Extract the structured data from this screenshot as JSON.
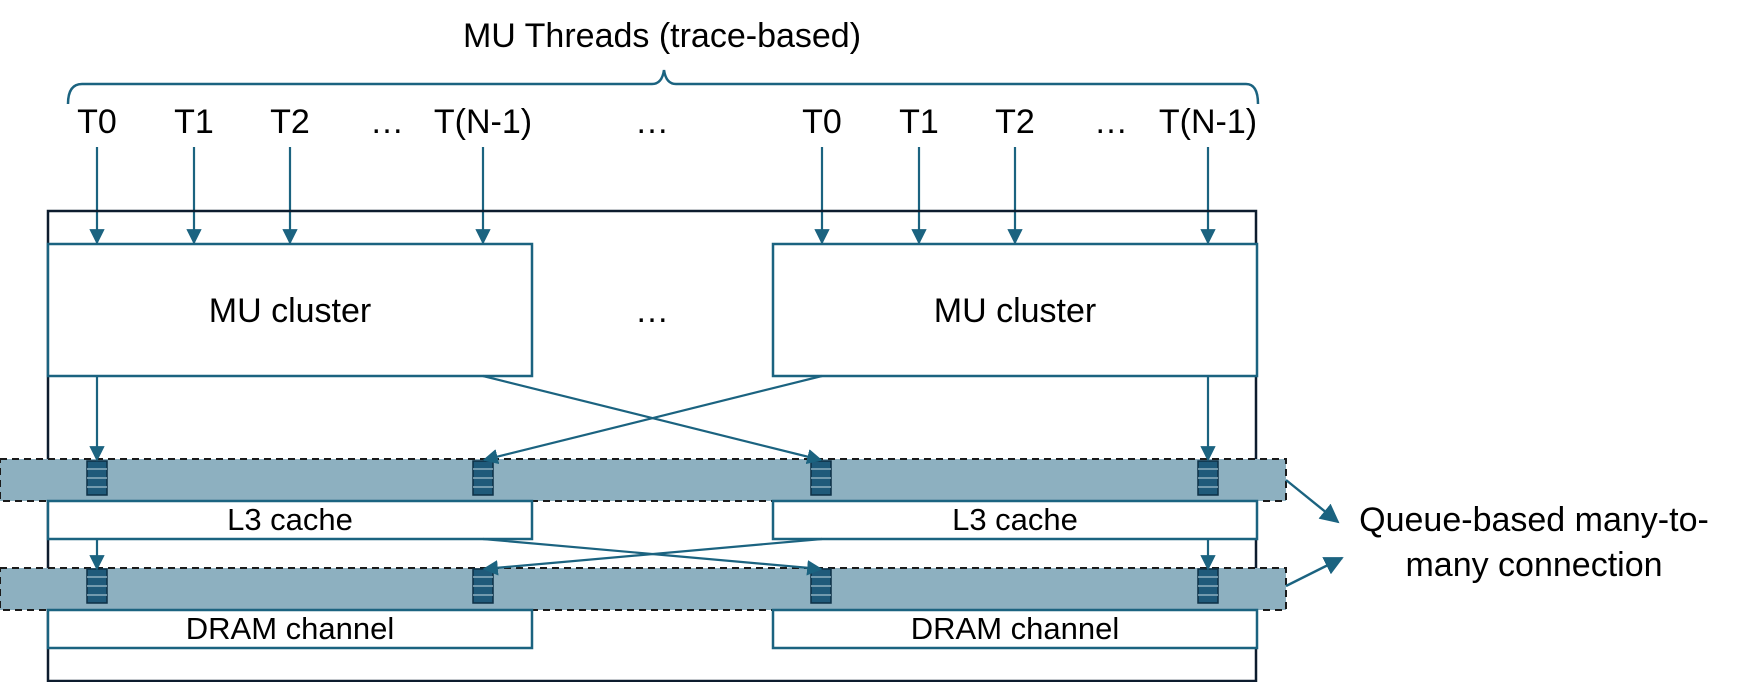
{
  "colors": {
    "line": "#1b6380",
    "frame": "#0d1c2e",
    "band": "#8db0c0",
    "queue": "#1f5a7a",
    "text": "#000000"
  },
  "header": {
    "title": "MU Threads (trace-based)"
  },
  "threads": {
    "left": [
      "T0",
      "T1",
      "T2",
      "…",
      "T(N-1)"
    ],
    "middle_ellipsis": "…",
    "right": [
      "T0",
      "T1",
      "T2",
      "…",
      "T(N-1)"
    ]
  },
  "clusters": {
    "left_label": "MU cluster",
    "middle_ellipsis": "…",
    "right_label": "MU cluster"
  },
  "caches": {
    "left_label": "L3 cache",
    "right_label": "L3 cache"
  },
  "dram": {
    "left_label": "DRAM channel",
    "right_label": "DRAM channel"
  },
  "annotation": {
    "line1": "Queue-based many-to-",
    "line2": "many connection"
  }
}
